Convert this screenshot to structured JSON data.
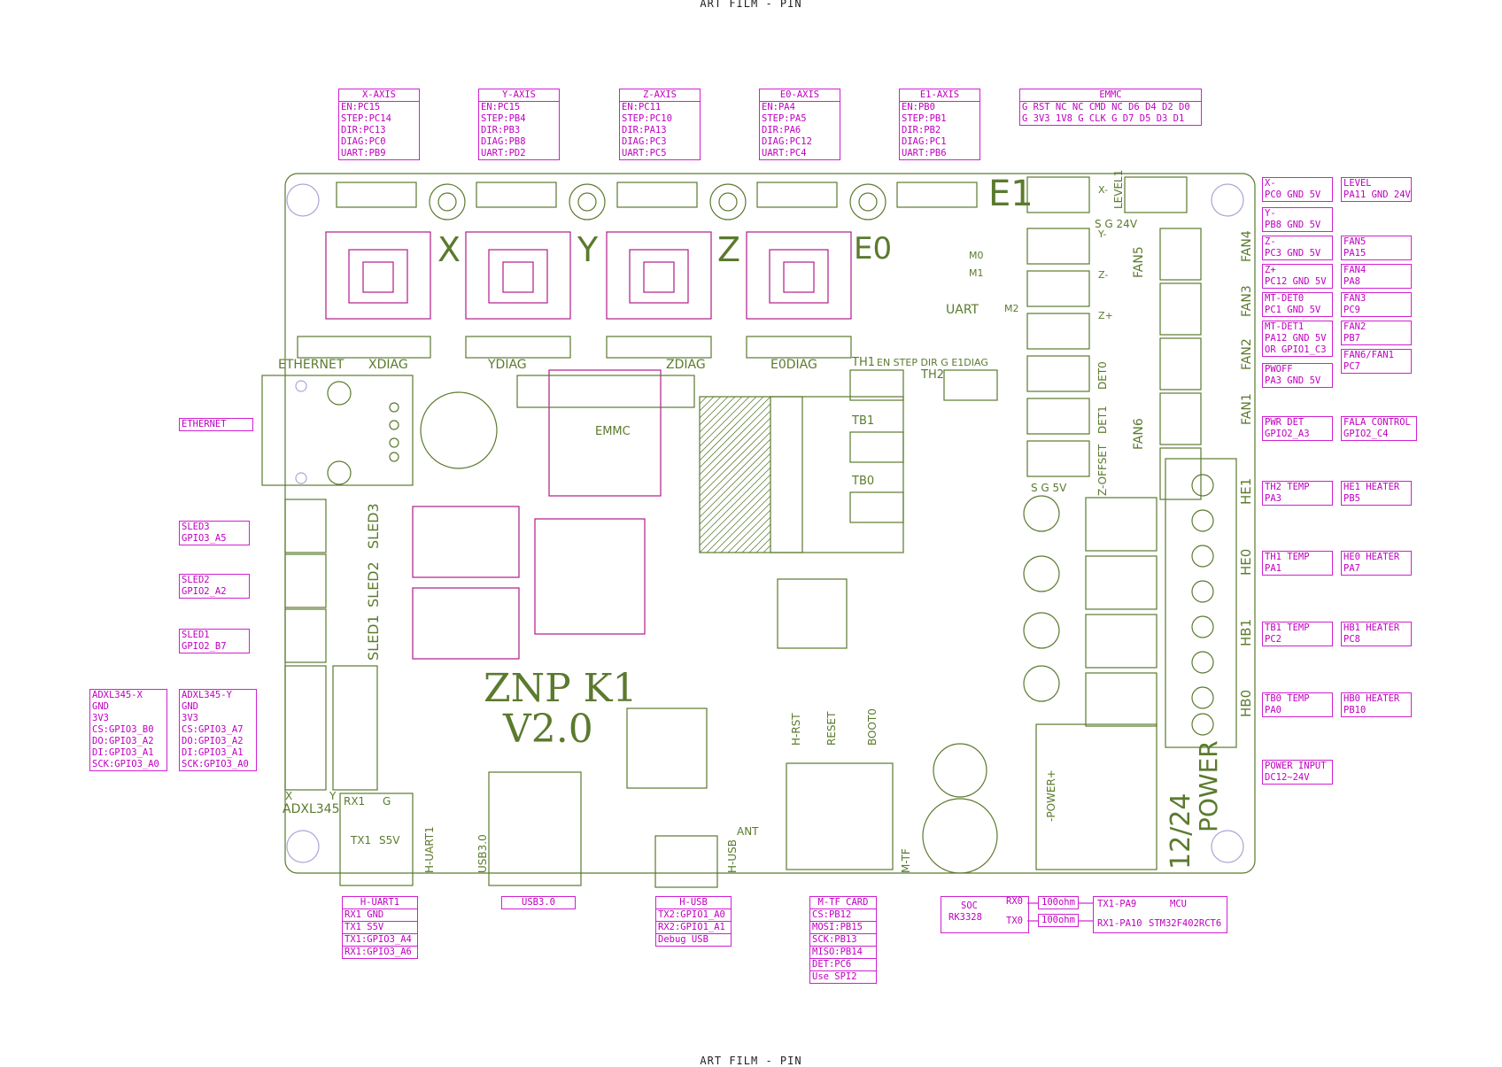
{
  "film": {
    "top": "ART FILM - PIN",
    "bottom": "ART FILM - PIN"
  },
  "board": {
    "title_line1": "ZNP K1",
    "title_line2": "V2.0",
    "silk": {
      "ethernet": "ETHERNET",
      "xdiag": "XDIAG",
      "ydiag": "YDIAG",
      "zdiag": "ZDIAG",
      "e0diag": "E0DIAG",
      "x": "X",
      "y": "Y",
      "z": "Z",
      "e0": "E0",
      "e1": "E1",
      "emmc": "EMMC",
      "uart": "UART",
      "m0": "M0",
      "m1": "M1",
      "m2": "M2",
      "th1": "TH1",
      "th2": "TH2",
      "tb1": "TB1",
      "tb0": "TB0",
      "en_step_dir_g_e1diag": "EN STEP DIR G E1DIAG",
      "s_g_24v": "S   G   24V",
      "s_g_5v": "S   G   5V",
      "adxl345": "ADXL345",
      "adxl_x": "X",
      "adxl_y": "Y",
      "rx1": "RX1",
      "g": "G",
      "tx1": "TX1",
      "s5v": "S5V",
      "h_uart1": "H-UART1",
      "usb30": "USB3.0",
      "h_usb": "H-USB",
      "m_tf": "M-TF",
      "ant": "ANT",
      "h_rst": "H-RST",
      "reset": "RESET",
      "boot0": "BOOT0",
      "power_v": "12/24",
      "power_word": "POWER",
      "power_small": "-POWER+",
      "sled1": "SLED1",
      "sled2": "SLED2",
      "sled3": "SLED3",
      "he1": "HE1",
      "he0": "HE0",
      "hb1": "HB1",
      "hb0": "HB0",
      "fan1": "FAN1",
      "fan2": "FAN2",
      "fan3": "FAN3",
      "fan4": "FAN4",
      "fan5": "FAN5",
      "fan6": "FAN6",
      "level1": "LEVEL1",
      "det0": "DET0",
      "det1": "DET1",
      "z_offset": "Z-OFFSET",
      "xm": "X-",
      "ym": "Y-",
      "zm": "Z-",
      "zp": "Z+"
    }
  },
  "axis_boxes": [
    {
      "title": "X-AXIS",
      "lines": [
        "EN:PC15",
        "STEP:PC14",
        "DIR:PC13",
        "DIAG:PC0",
        "UART:PB9"
      ]
    },
    {
      "title": "Y-AXIS",
      "lines": [
        "EN:PC15",
        "STEP:PB4",
        "DIR:PB3",
        "DIAG:PB8",
        "UART:PD2"
      ]
    },
    {
      "title": "Z-AXIS",
      "lines": [
        "EN:PC11",
        "STEP:PC10",
        "DIR:PA13",
        "DIAG:PC3",
        "UART:PC5"
      ]
    },
    {
      "title": "E0-AXIS",
      "lines": [
        "EN:PA4",
        "STEP:PA5",
        "DIR:PA6",
        "DIAG:PC12",
        "UART:PC4"
      ]
    },
    {
      "title": "E1-AXIS",
      "lines": [
        "EN:PB0",
        "STEP:PB1",
        "DIR:PB2",
        "DIAG:PC1",
        "UART:PB6"
      ]
    }
  ],
  "emmc_box": {
    "title": "EMMC",
    "lines": [
      "G RST NC NC CMD NC D6 D4 D2 D0",
      "G 3V3 1V8 G CLK G  D7 D5 D3 D1"
    ]
  },
  "right_col_a": [
    {
      "lines": [
        "X-",
        "PC0 GND 5V"
      ]
    },
    {
      "lines": [
        "Y-",
        "PB8 GND 5V"
      ]
    },
    {
      "lines": [
        "Z-",
        "PC3 GND 5V"
      ]
    },
    {
      "lines": [
        "Z+",
        "PC12 GND 5V"
      ]
    },
    {
      "lines": [
        "MT-DET0",
        "PC1 GND 5V"
      ]
    },
    {
      "lines": [
        "MT-DET1",
        "PA12 GND 5V",
        "OR GPIO1_C3"
      ]
    },
    {
      "lines": [
        "PWOFF",
        "PA3 GND 5V"
      ]
    },
    {
      "lines": [
        "PWR DET",
        "GPIO2_A3"
      ]
    },
    {
      "lines": [
        "TH2 TEMP",
        "PA3"
      ]
    },
    {
      "lines": [
        "TH1 TEMP",
        "PA1"
      ]
    },
    {
      "lines": [
        "TB1 TEMP",
        "PC2"
      ]
    },
    {
      "lines": [
        "TB0 TEMP",
        "PA0"
      ]
    },
    {
      "lines": [
        "POWER INPUT",
        "DC12~24V"
      ]
    }
  ],
  "right_col_b": [
    {
      "lines": [
        "LEVEL",
        "PA11 GND 24V"
      ]
    },
    {
      "lines": [
        "FAN5",
        "PA15"
      ]
    },
    {
      "lines": [
        "FAN4",
        "PA8"
      ]
    },
    {
      "lines": [
        "FAN3",
        "PC9"
      ]
    },
    {
      "lines": [
        "FAN2",
        "PB7"
      ]
    },
    {
      "lines": [
        "FAN6/FAN1",
        "PC7"
      ]
    },
    {
      "lines": [
        "FALA CONTROL",
        "GPIO2_C4"
      ]
    },
    {
      "lines": [
        "HE1 HEATER",
        "PB5"
      ]
    },
    {
      "lines": [
        "HE0 HEATER",
        "PA7"
      ]
    },
    {
      "lines": [
        "HB1 HEATER",
        "PC8"
      ]
    },
    {
      "lines": [
        "HB0 HEATER",
        "PB10"
      ]
    }
  ],
  "left_boxes": [
    {
      "lines": [
        "ETHERNET"
      ]
    },
    {
      "lines": [
        "SLED3",
        "GPIO3_A5"
      ]
    },
    {
      "lines": [
        "SLED2",
        "GPIO2_A2"
      ]
    },
    {
      "lines": [
        "SLED1",
        "GPIO2_B7"
      ]
    }
  ],
  "adxl_boxes": [
    {
      "title": "ADXL345-X",
      "lines": [
        "GND",
        "3V3",
        "CS:GPIO3_B0",
        "DO:GPIO3_A2",
        "DI:GPIO3_A1",
        "SCK:GPIO3_A0"
      ]
    },
    {
      "title": "ADXL345-Y",
      "lines": [
        "GND",
        "3V3",
        "CS:GPIO3_A7",
        "DO:GPIO3_A2",
        "DI:GPIO3_A1",
        "SCK:GPIO3_A0"
      ]
    }
  ],
  "bottom_boxes": {
    "h_uart1": {
      "title": "H-UART1",
      "rows": [
        "RX1  GND",
        "TX1  S5V",
        "TX1:GPIO3_A4",
        "RX1:GPIO3_A6"
      ]
    },
    "usb30": {
      "title": "USB3.0"
    },
    "h_usb": {
      "title": "H-USB",
      "rows": [
        "TX2:GPIO1_A0",
        "RX2:GPIO1_A1",
        "Debug USB"
      ]
    },
    "mtf": {
      "title": "M-TF CARD",
      "rows": [
        "CS:PB12",
        "MOSI:PB15",
        "SCK:PB13",
        "MISO:PB14",
        "DET:PC6",
        "Use SPI2"
      ]
    },
    "soc": {
      "lines": [
        "SOC",
        "RK3328"
      ],
      "rx0": "RX0",
      "tx0": "TX0",
      "res1": "100ohm",
      "res2": "100ohm",
      "mcu_rows": [
        "TX1-PA9",
        "RX1-PA10"
      ],
      "mcu_title": "MCU",
      "mcu_chip": "STM32F402RCT6"
    }
  },
  "colors": {
    "silk": "#5b7a2e",
    "pink": "#d020d0",
    "magenta_chip": "#b01a8a"
  }
}
